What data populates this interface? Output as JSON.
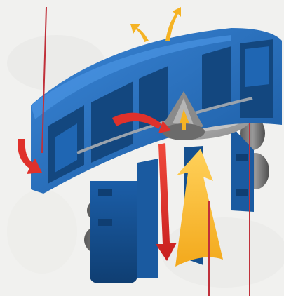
{
  "diagram": {
    "colors": {
      "background": "#f1f1ef",
      "body_blue": "#1f66b3",
      "body_blue_dark": "#13477f",
      "body_blue_light": "#3a85d6",
      "seal_gray": "#7a7a7a",
      "seal_gray_dark": "#4a4a4a",
      "seal_gray_light": "#a8a8a8",
      "disc_gray": "#b8b8b8",
      "arrow_red": "#e0312b",
      "arrow_yellow": "#f5b324",
      "leader_line": "#c0303a"
    },
    "parts": [
      {
        "id": "housing-cap",
        "label": ""
      },
      {
        "id": "o-ring-seals",
        "label": ""
      },
      {
        "id": "check-disc",
        "label": ""
      },
      {
        "id": "vent-cone",
        "label": ""
      }
    ],
    "flows": [
      {
        "id": "incoming-flow",
        "color": "arrow_red"
      },
      {
        "id": "downward-flow",
        "color": "arrow_red"
      },
      {
        "id": "upward-air-flow",
        "color": "arrow_yellow"
      },
      {
        "id": "vent-out-flow",
        "color": "arrow_yellow"
      }
    ],
    "callout_lines": [
      {
        "id": "callout-left"
      },
      {
        "id": "callout-bottom-center"
      },
      {
        "id": "callout-bottom-right"
      }
    ]
  }
}
